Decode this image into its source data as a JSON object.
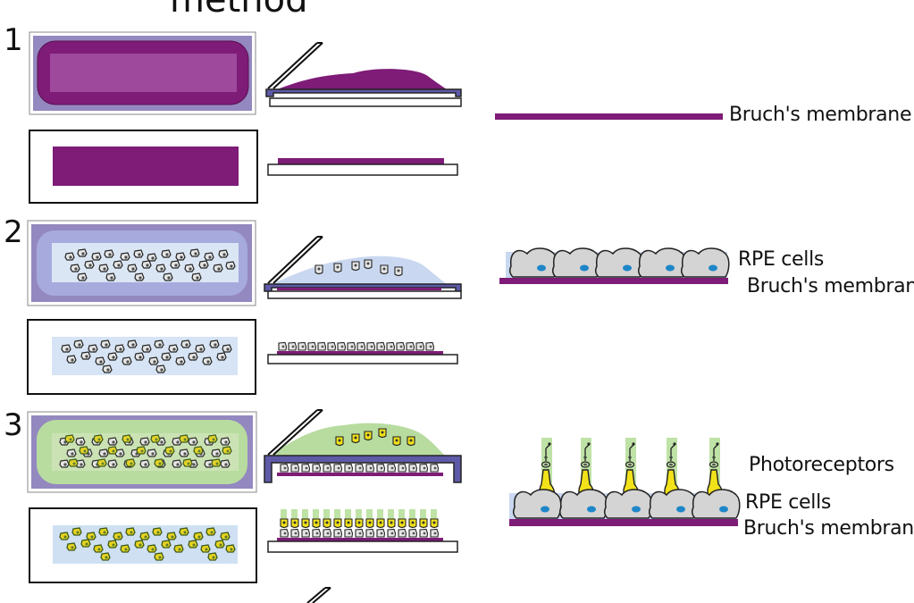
{
  "heading": "method",
  "steps": [
    {
      "number": "1",
      "labels": [
        "Bruch's membrane"
      ]
    },
    {
      "number": "2",
      "labels": [
        "RPE cells",
        "Bruch's membrane"
      ]
    },
    {
      "number": "3",
      "labels": [
        "Photoreceptors",
        "RPE cells",
        "Bruch's membrane"
      ]
    }
  ],
  "colors": {
    "membrane": "#7e1c78",
    "holder": "#9488c0",
    "holder_border": "#4a3a80",
    "medium_blue": "#c9d8f0",
    "medium_green": "#b8dca0",
    "rpe_cell": "#d4d4d4",
    "rpe_nucleus": "#1e86c8",
    "photoreceptor": "#f2e21a",
    "pr_segment": "#bfe2a6"
  }
}
